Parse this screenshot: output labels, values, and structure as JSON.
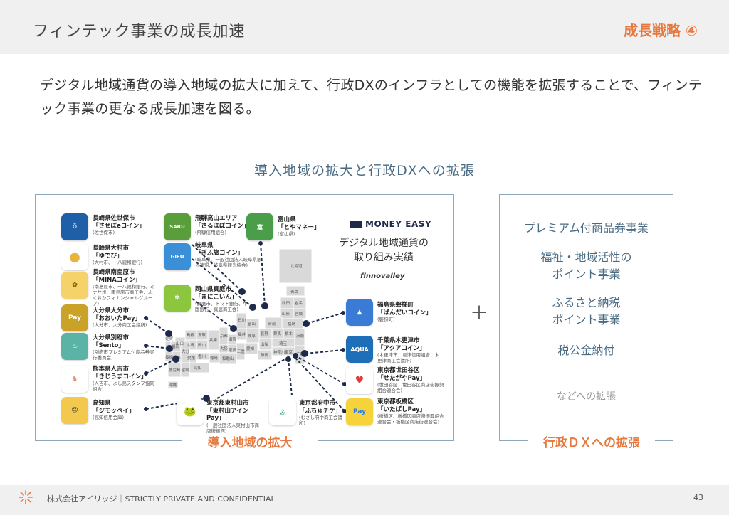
{
  "header": {
    "title": "フィンテック事業の成長加速",
    "tag": "成長戦略 ④"
  },
  "intro": "デジタル地域通貨の導入地域の拡大に加えて、行政DXのインフラとしての機能を拡張することで、フィンテック事業の更なる成長加速を図る。",
  "subhead": "導入地域の拡大と行政DXへの拡張",
  "left_panel": {
    "caption": "導入地域の拡大",
    "brand": "MONEY EASY",
    "title_line1": "デジタル地域通貨の",
    "title_line2": "取り組み実績",
    "partner": "finnovalley",
    "entries": [
      {
        "pref": "長崎県佐世保市",
        "name": "「させぼeコイン」",
        "sub": "(佐世保市)",
        "icon": "coin-icon",
        "color": "#1f5fa8"
      },
      {
        "pref": "長崎県大村市",
        "name": "「ゆでぴ」",
        "sub": "(大村市、十八親和銀行)",
        "icon": "coin-icon",
        "color": "#f2c94c"
      },
      {
        "pref": "長崎県南島原市",
        "name": "「MINAコイン」",
        "sub": "(南島原市、十八親和銀行、ミナサポ、南島原市商工会、ふくおかフィナンシャルグループ)",
        "icon": "coin-icon",
        "color": "#e8b43a"
      },
      {
        "pref": "大分県大分市",
        "name": "「おおいたPay」",
        "sub": "(大分市、大分商工会議所)",
        "icon": "coin-icon",
        "color": "#c9a227"
      },
      {
        "pref": "大分県別府市",
        "name": "「Sento」",
        "sub": "(別府市プレミアム付商品券実行委員会)",
        "icon": "coin-icon",
        "color": "#5bb3a6"
      },
      {
        "pref": "熊本県人吉市",
        "name": "「きじうまコイン」",
        "sub": "(人吉市、よし鳥スタンプ協同組合)",
        "icon": "coin-icon",
        "color": "#d98a5f"
      },
      {
        "pref": "高知県",
        "name": "「ジモッペイ」",
        "sub": "(高知信用金庫)",
        "icon": "coin-icon",
        "color": "#f2c94c"
      },
      {
        "pref": "飛騨高山エリア",
        "name": "「さるぼぼコイン」",
        "sub": "(飛騨信用組合)",
        "icon": "coin-icon",
        "color": "#5a9e3c"
      },
      {
        "pref": "岐阜県",
        "name": "「ぎふ旅コイン」",
        "sub": "(岐阜県、一般社団法人岐阜県観光連盟、岐阜県観光協会)",
        "icon": "coin-icon",
        "color": "#3a8fd6"
      },
      {
        "pref": "富山県",
        "name": "「とやマネー」",
        "sub": "(富山県)",
        "icon": "coin-icon",
        "color": "#4a9e4a"
      },
      {
        "pref": "岡山県真庭市",
        "name": "「まにこいん」",
        "sub": "(真庭市、トマト銀行、中国銀行、真庭商工会)",
        "icon": "coin-icon",
        "color": "#8cc63f"
      },
      {
        "pref": "福島県磐梯町",
        "name": "「ばんだいコイン」",
        "sub": "(磐梯町)",
        "icon": "coin-icon",
        "color": "#3a7bd5"
      },
      {
        "pref": "千葉県木更津市",
        "name": "「アクアコイン」",
        "sub": "(木更津市、君津信用組合、木更津商工会議所)",
        "icon": "coin-icon",
        "color": "#1e6fb8"
      },
      {
        "pref": "東京都世田谷区",
        "name": "「せたがやPay」",
        "sub": "(世田谷区、世田谷区商店街振興組合連合会)",
        "icon": "coin-icon",
        "color": "#e23c3c"
      },
      {
        "pref": "東京都板橋区",
        "name": "「いたばしPay」",
        "sub": "(板橋区、板橋区商店街振興組合連合会・板橋区商店街連合会)",
        "icon": "coin-icon",
        "color": "#2a7be4"
      },
      {
        "pref": "東京都東村山市",
        "name": "「東村山アインPay」",
        "sub": "(一般社団法人東村山市商店街振興)",
        "icon": "coin-icon",
        "color": "#4caf50"
      },
      {
        "pref": "東京都府中市",
        "name": "「ふちゅチケ」",
        "sub": "(むさし府中商工会議所)",
        "icon": "coin-icon",
        "color": "#2e9d6b"
      }
    ],
    "map_labels": [
      "北海道",
      "青森",
      "秋田",
      "岩手",
      "山形",
      "宮城",
      "福島",
      "新潟",
      "石川",
      "富山",
      "群馬",
      "栃木",
      "茨城",
      "埼玉",
      "山梨",
      "長野",
      "岐阜",
      "福井",
      "東京",
      "千葉",
      "神奈川",
      "静岡",
      "愛知",
      "三重",
      "滋賀",
      "京都",
      "兵庫",
      "大阪",
      "奈良",
      "和歌山",
      "鳥取",
      "岡山",
      "広島",
      "島根",
      "山口",
      "香川",
      "徳島",
      "愛媛",
      "高知",
      "福岡",
      "佐賀",
      "長崎",
      "大分",
      "熊本",
      "宮崎",
      "鹿児島",
      "沖縄"
    ]
  },
  "right_panel": {
    "caption": "行政ＤＸへの拡張",
    "items": [
      "プレミアム付商品券事業",
      "福祉・地域活性の\nポイント事業",
      "ふるさと納税\nポイント事業",
      "税公金納付",
      "などへの拡張"
    ]
  },
  "plus_sign": "＋",
  "footer": {
    "company": "株式会社アイリッジ｜STRICTLY PRIVATE AND CONFIDENTIAL",
    "page": "43"
  },
  "colors": {
    "accent": "#e7793f",
    "blue": "#4a6b84",
    "map": "#d9d9d9",
    "highlight": "#1d2a4c"
  }
}
